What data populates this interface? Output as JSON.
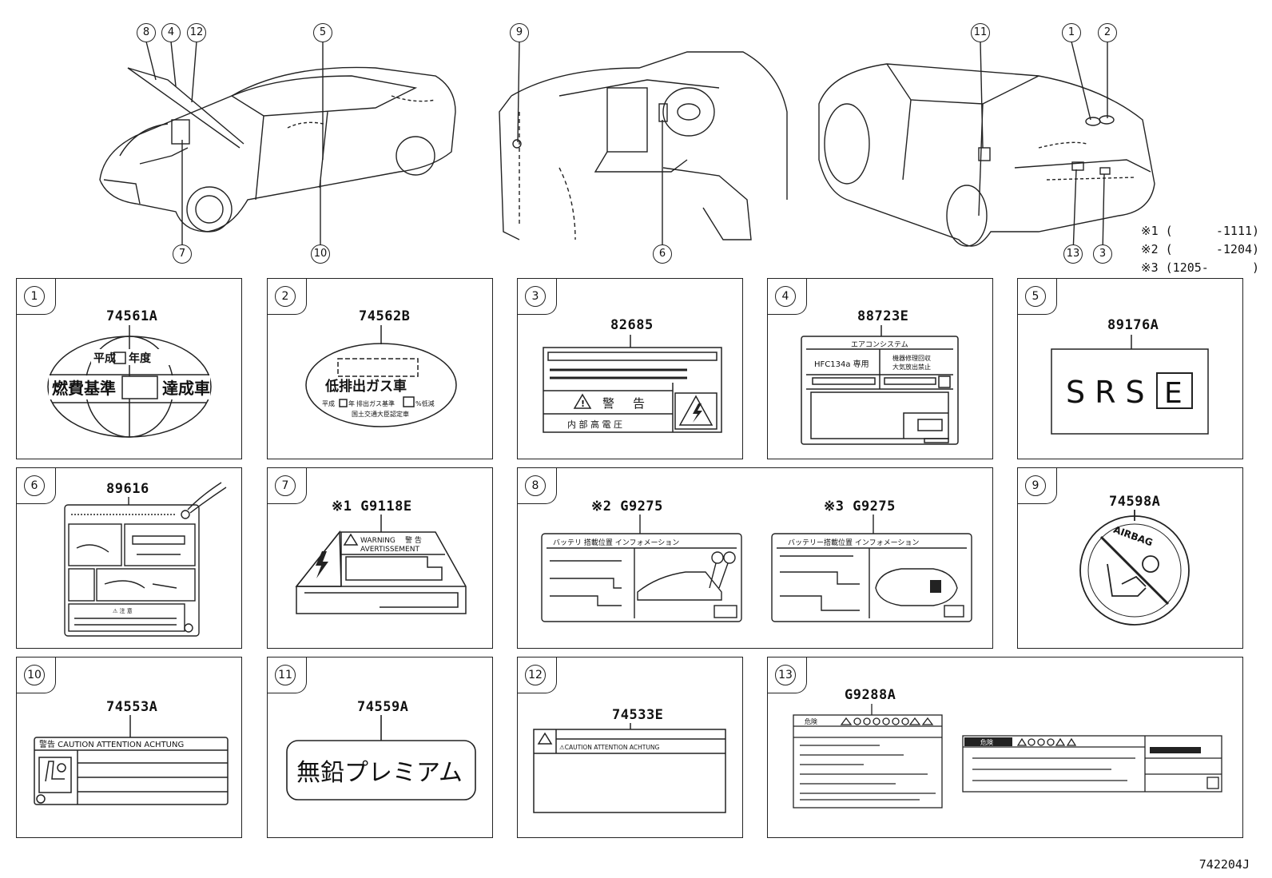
{
  "callouts": {
    "car1_top": [
      "8",
      "4",
      "12",
      "5"
    ],
    "car1_bottom": [
      "7",
      "10"
    ],
    "interior_top": [
      "9"
    ],
    "interior_bottom": [
      "6"
    ],
    "car2_top": [
      "11",
      "1",
      "2"
    ],
    "car2_bottom": [
      "13",
      "3"
    ]
  },
  "legend": [
    "※1 (      -1111)",
    "※2 (      -1204)",
    "※3 (1205-      )"
  ],
  "panels": [
    {
      "num": "1",
      "part": "74561A",
      "text": [
        "平成",
        "年度",
        "燃費基準",
        "達成車"
      ]
    },
    {
      "num": "2",
      "part": "74562B",
      "text": [
        "低排出ガス車",
        "平成",
        "年",
        "排出ガス基準",
        "%低減",
        "国土交通大臣認定車"
      ]
    },
    {
      "num": "3",
      "part": "82685",
      "text": [
        "警",
        "告",
        "内 部 高 電 圧"
      ]
    },
    {
      "num": "4",
      "part": "88723E",
      "text": [
        "エアコンシステム",
        "HFC134a 専用",
        "機器修理回収",
        "大気放出禁止"
      ]
    },
    {
      "num": "5",
      "part": "89176A",
      "text": [
        "SRS",
        "E"
      ]
    },
    {
      "num": "6",
      "part": "89616",
      "text": [
        "⚠ 注 意"
      ]
    },
    {
      "num": "7",
      "part": "※1 G9118E",
      "text": [
        "WARNING",
        "警 告",
        "AVERTISSEMENT"
      ]
    },
    {
      "num": "8",
      "parts": [
        "※2 G9275",
        "※3 G9275"
      ],
      "text": [
        "バッテリ 搭載位置 インフォメーション",
        "バッテリー搭載位置 インフォメーション"
      ]
    },
    {
      "num": "9",
      "part": "74598A",
      "text": [
        "AIRBAG"
      ]
    },
    {
      "num": "10",
      "part": "74553A",
      "text": [
        "警告 CAUTION ATTENTION ACHTUNG"
      ]
    },
    {
      "num": "11",
      "part": "74559A",
      "text": [
        "無鉛プレミアム"
      ]
    },
    {
      "num": "12",
      "part": "74533E",
      "text": [
        "⚠CAUTION ATTENTION ACHTUNG"
      ]
    },
    {
      "num": "13",
      "part": "G9288A",
      "text": [
        "危険",
        "危険"
      ]
    }
  ],
  "footer_code": "742204J",
  "colors": {
    "ink": "#222222",
    "paper": "#ffffff"
  }
}
